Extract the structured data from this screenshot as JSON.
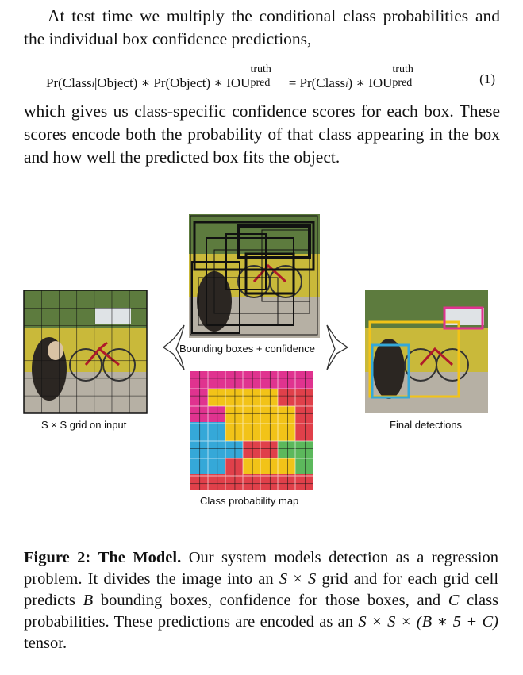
{
  "intro": {
    "text": "At test time we multiply the conditional class probabilities and the individual box confidence predictions,"
  },
  "equation": {
    "pr_class_obj": "Pr(Class",
    "i": "i",
    "obj_part": "|Object) ∗ Pr(Object) ∗ IOU",
    "sup": "truth",
    "sub": "pred",
    "eq_part": "= Pr(Class",
    "rhs_part": ") ∗ IOU",
    "number": "(1)"
  },
  "after_eq": {
    "text": "which gives us class-specific confidence scores for each box. These scores encode both the probability of that class appearing in the box and how well the predicted box fits the object."
  },
  "figure": {
    "label_grid": "S × S grid on input",
    "label_boxes": "Bounding boxes + confidence",
    "label_prob": "Class probability map",
    "label_final": "Final detections",
    "colors": {
      "yellow": "#f2c318",
      "magenta": "#e0338f",
      "cyan": "#35a8d8",
      "red": "#e0404a",
      "green": "#5cb85c"
    }
  },
  "caption": {
    "fig_label": "Figure 2:",
    "title": "The Model.",
    "text": "Our system models detection as a regression problem. It divides the image into an",
    "t2": "grid and for each grid cell predicts",
    "t3": "bounding boxes, confidence for those boxes, and",
    "t4": "class probabilities. These predictions are encoded as an",
    "t5": "tensor.",
    "S": "S",
    "B": "B",
    "C": "C",
    "times": "×",
    "tensor_expr": "S × S × (B ∗ 5 + C)"
  }
}
